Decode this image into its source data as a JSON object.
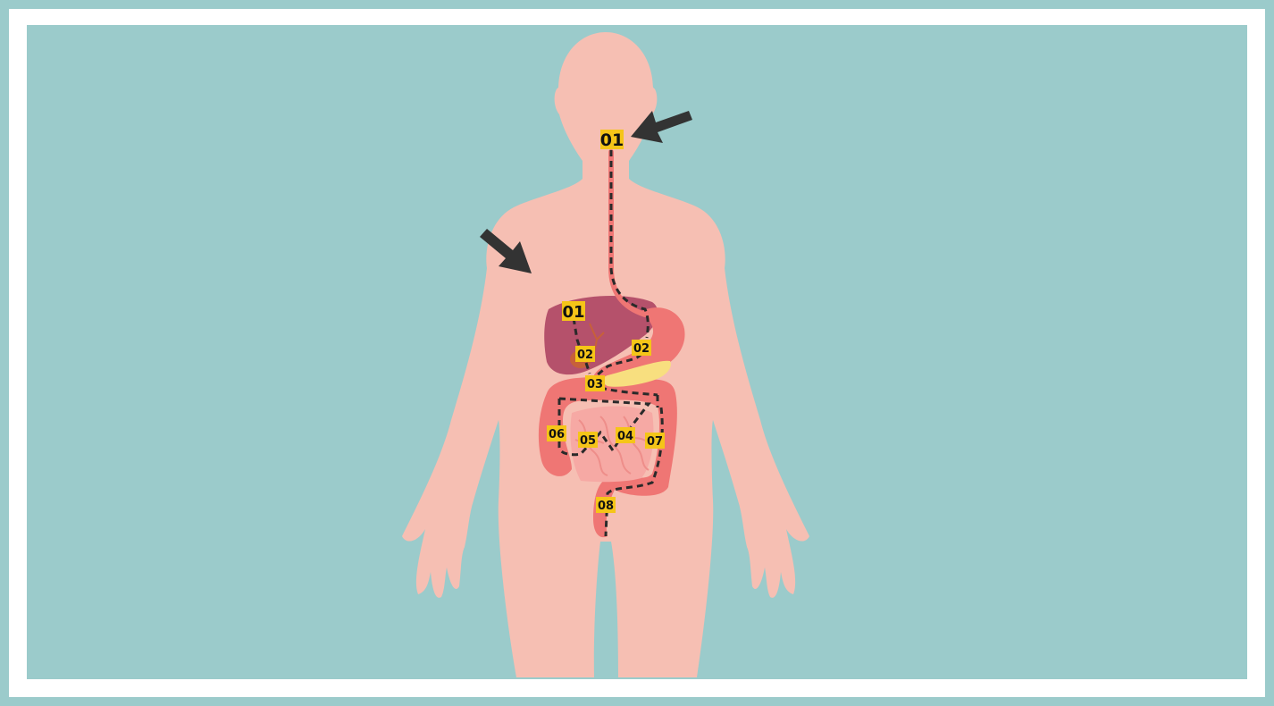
{
  "colors": {
    "background": "#9bcbcb",
    "frame": "#ffffff",
    "skin": "#f6bfb3",
    "liver": "#b5516b",
    "stomach": "#ef7674",
    "pancreas": "#f8df7f",
    "intestine": "#ef7674",
    "small_intestine": "#f6a9a4",
    "label_bg": "#f5c518",
    "arrow": "#333333",
    "path": "#2a2a2a"
  },
  "labels": {
    "throat": "01",
    "liver": "01",
    "stomach": "02",
    "gallbladder": "02",
    "duodenum": "03",
    "small_intestine_a": "04",
    "small_intestine_b": "05",
    "ascending_colon": "06",
    "descending_colon": "07",
    "rectum": "08"
  },
  "icons": {
    "arrow_neck": "arrow-icon",
    "arrow_chest": "arrow-icon"
  }
}
